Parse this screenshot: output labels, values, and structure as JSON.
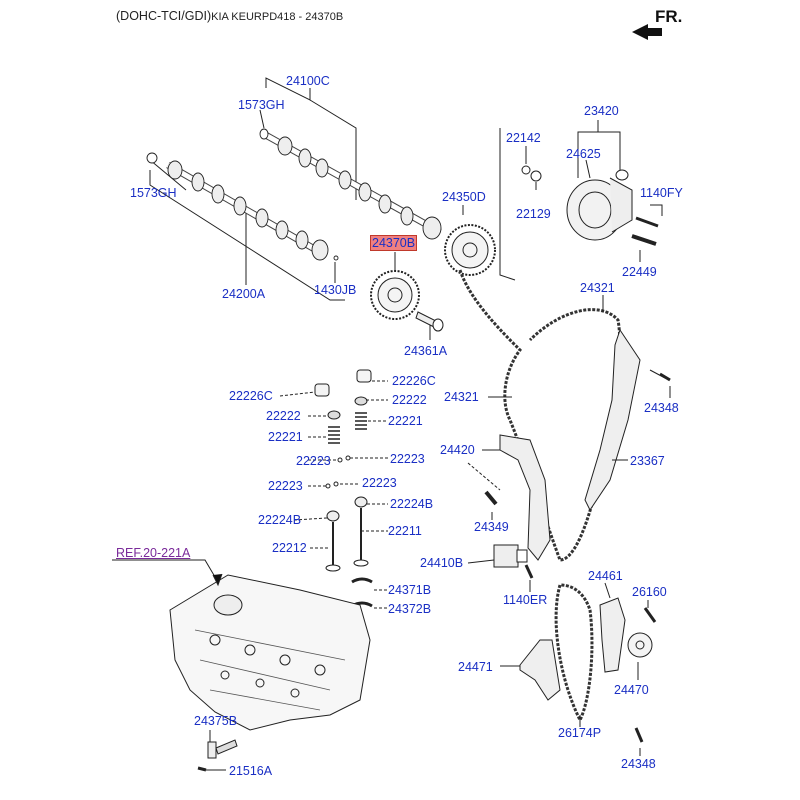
{
  "header": {
    "engine": "(DOHC-TCI/GDI)",
    "model": "KIA KEURPD418 - 24370B"
  },
  "direction_label": "FR.",
  "reference": "REF.20-221A",
  "highlighted_part": "24370B",
  "parts": {
    "p24100C": "24100C",
    "p1573GH_top": "1573GH",
    "p1573GH_left": "1573GH",
    "p24200A": "24200A",
    "p1430JB": "1430JB",
    "p24370B": "24370B",
    "p24361A": "24361A",
    "p24350D": "24350D",
    "p22142": "22142",
    "p22129": "22129",
    "p23420": "23420",
    "p24625": "24625",
    "p1140FY": "1140FY",
    "p22449": "22449",
    "p24321_top": "24321",
    "p24321_left": "24321",
    "p24348_top": "24348",
    "p23367": "23367",
    "p24420": "24420",
    "p24349": "24349",
    "p24410B": "24410B",
    "p1140ER": "1140ER",
    "p24461": "24461",
    "p26160": "26160",
    "p24471": "24471",
    "p24470": "24470",
    "p26174P": "26174P",
    "p24348_bot": "24348",
    "p22226C_l": "22226C",
    "p22226C_r": "22226C",
    "p22222_l": "22222",
    "p22222_r": "22222",
    "p22221_l": "22221",
    "p22221_r": "22221",
    "p22223_a": "22223",
    "p22223_b": "22223",
    "p22223_c": "22223",
    "p22223_d": "22223",
    "p22224B_l": "22224B",
    "p22224B_r": "22224B",
    "p22212": "22212",
    "p22211": "22211",
    "p24371B": "24371B",
    "p24372B": "24372B",
    "p24375B": "24375B",
    "p21516A": "21516A"
  },
  "colors": {
    "label": "#1a2fc4",
    "highlight": "#f08080",
    "reference": "#7a2a9a",
    "line": "#222222"
  }
}
